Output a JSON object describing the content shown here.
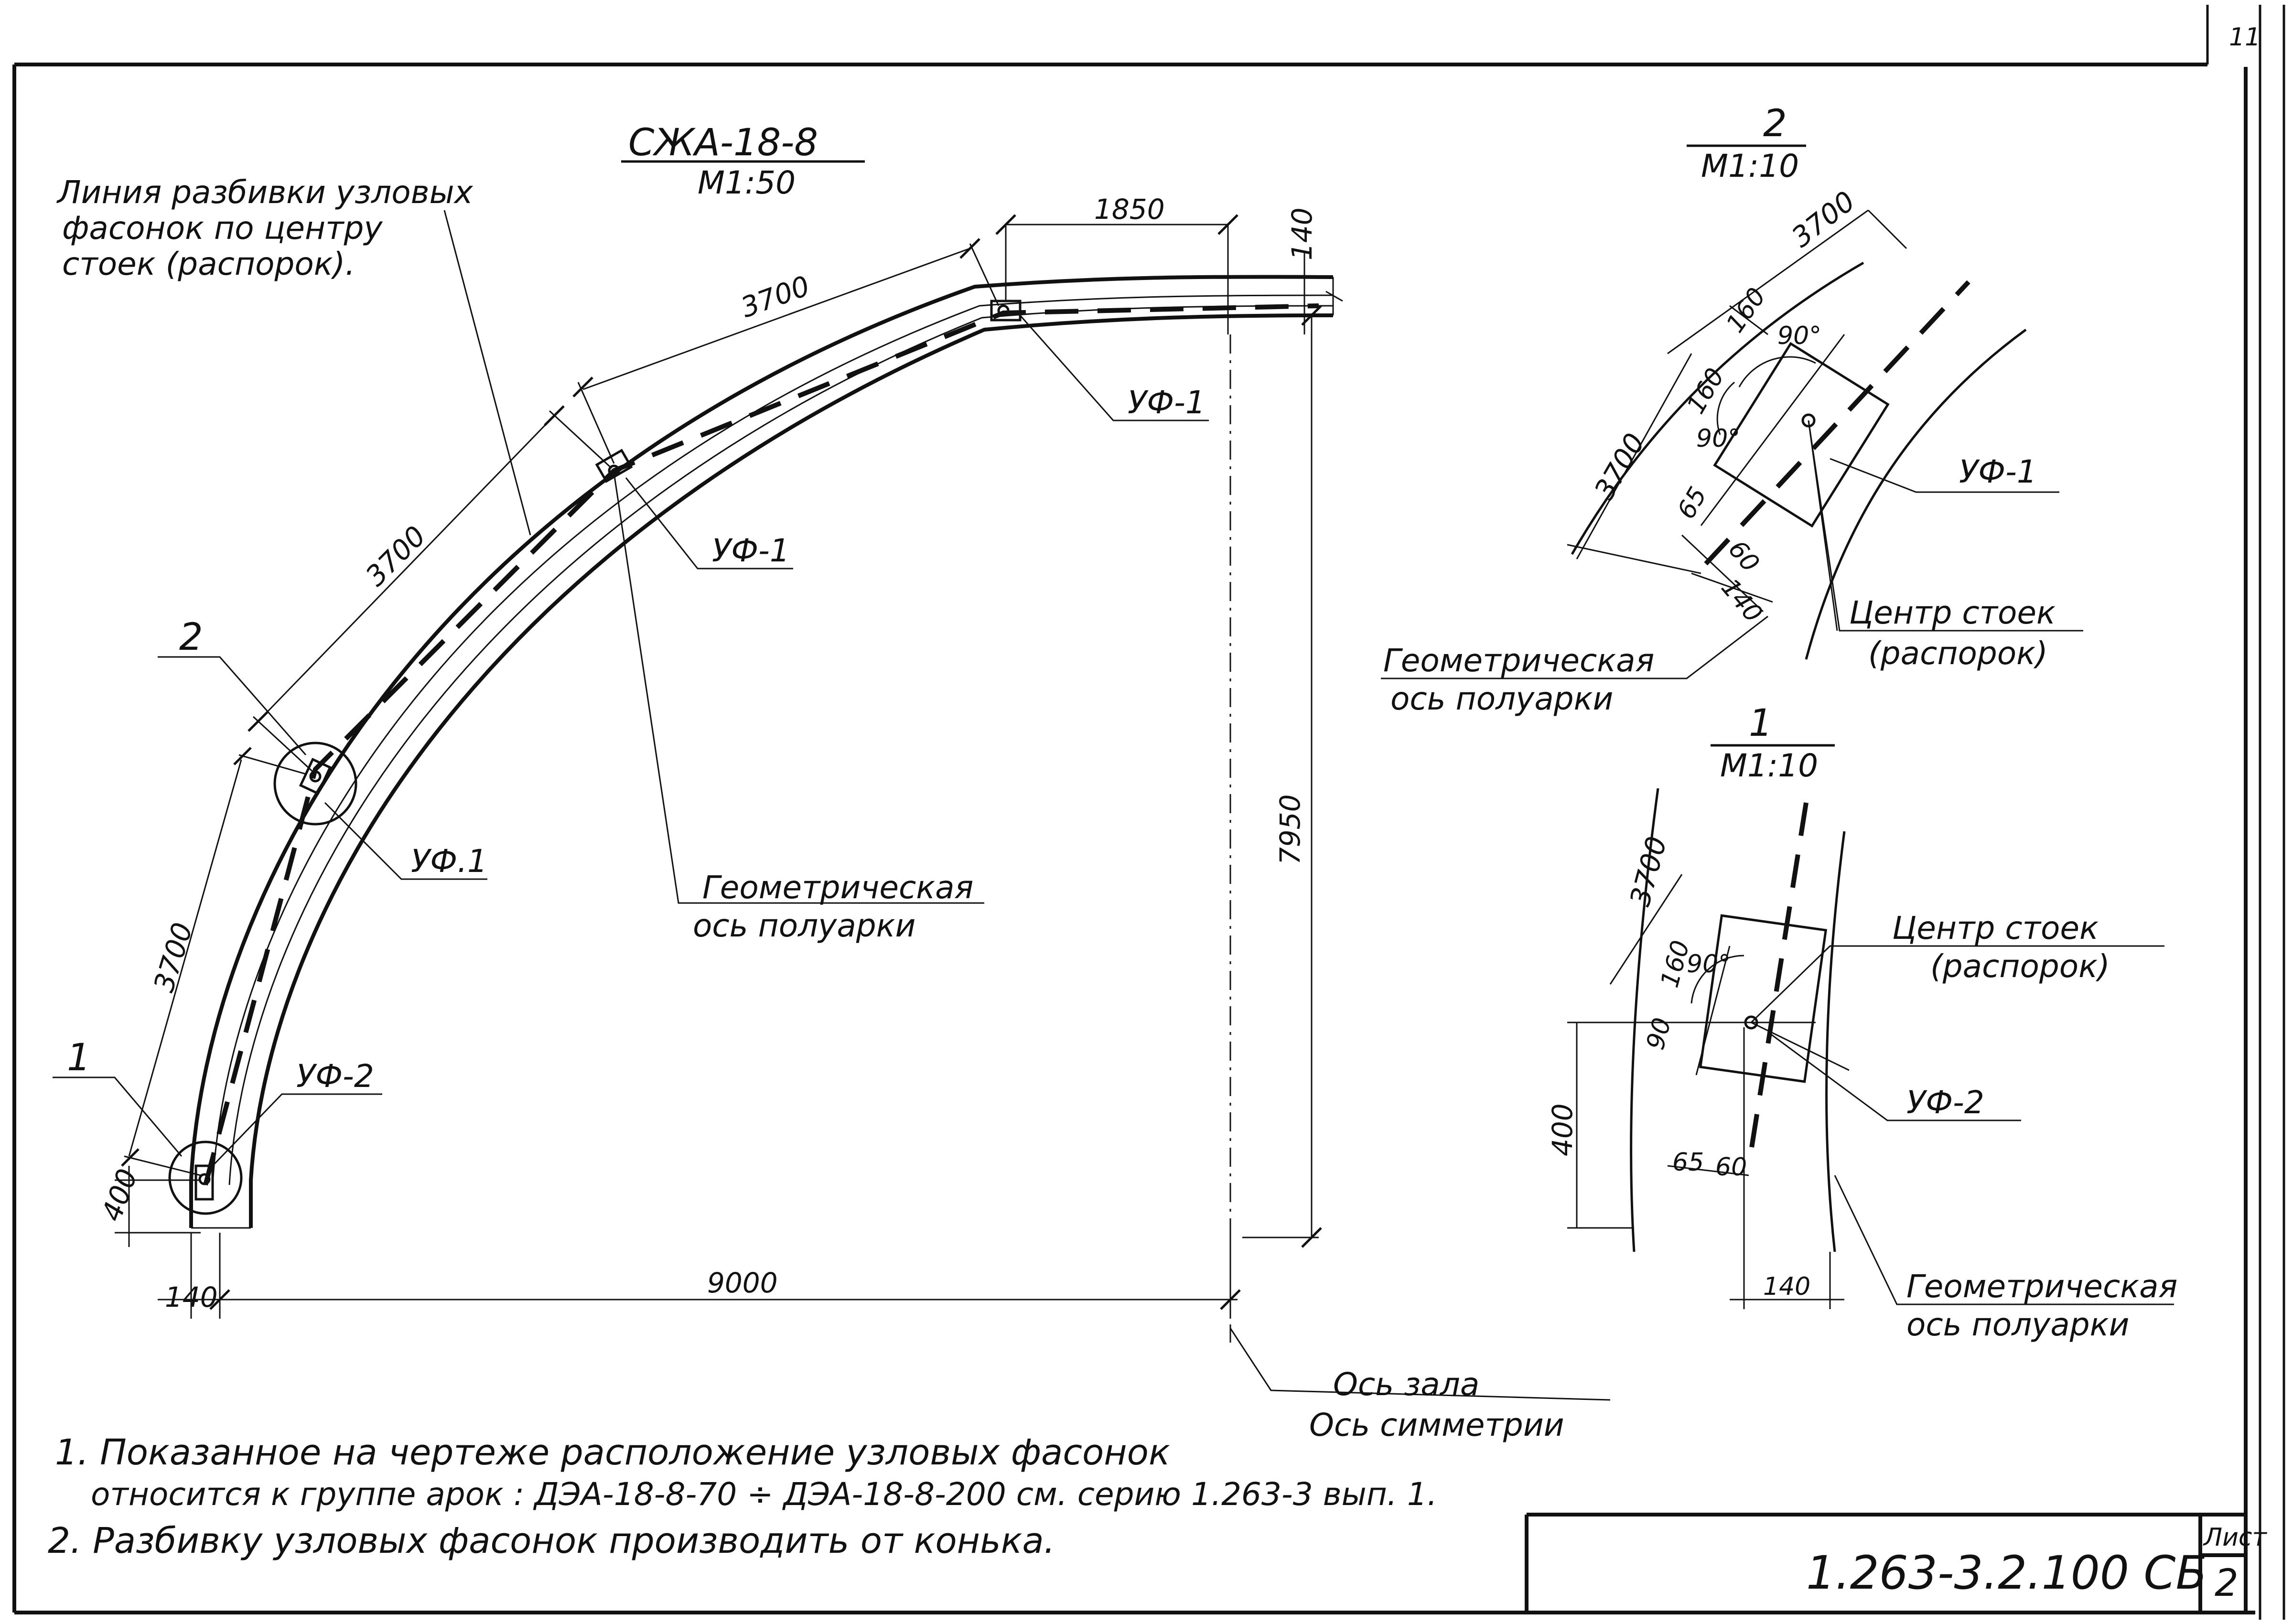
{
  "main_view": {
    "title": "СЖА-18-8",
    "scale": "М1:50",
    "line_label": [
      "Линия разбивки узловых",
      "фасонок по центру",
      "стоек (распорок)."
    ],
    "dims": {
      "seg_top": "1850",
      "seg_3700_a": "3700",
      "seg_3700_b": "3700",
      "seg_3700_c": "3700",
      "right_140": "140",
      "height": "7950",
      "span": "9000",
      "left_140": "140",
      "bottom_400": "400"
    },
    "node_labels": {
      "uf1_top": "УФ-1",
      "uf1_mid": "УФ-1",
      "uf1_low": "УФ.1",
      "uf2": "УФ-2",
      "call_1": "1",
      "call_2": "2"
    },
    "geo_axis": [
      "Геометрическая",
      "ось полуарки"
    ],
    "hall_axis": [
      "Ось зала",
      "Ось симметрии"
    ]
  },
  "detail2": {
    "num": "2",
    "scale": "М1:10",
    "dims": [
      "3700",
      "3700",
      "160",
      "160",
      "90°",
      "90°",
      "65",
      "60",
      "140"
    ],
    "uf": "УФ-1",
    "center": [
      "Центр стоек",
      "(распорок)"
    ],
    "geo_axis": [
      "Геометрическая",
      "ось полуарки"
    ]
  },
  "detail1": {
    "num": "1",
    "scale": "М1:10",
    "dims": [
      "3700",
      "160",
      "90°",
      "90",
      "400",
      "65",
      "60",
      "140"
    ],
    "center": [
      "Центр стоек",
      "(распорок)"
    ],
    "uf": "УФ-2",
    "geo_axis": [
      "Геометрическая",
      "ось полуарки"
    ]
  },
  "notes": {
    "n1_a": "1. Показанное на чертеже расположение узловых фасонок",
    "n1_b": "относится к группе арок : ДЭА-18-8-70 ÷ ДЭА-18-8-200 см. серию 1.263-3 вып. 1.",
    "n2": "2. Разбивку узловых фасонок производить от конька."
  },
  "title_block": {
    "code": "1.263-3.2.100 СБ",
    "sheet_label": "Лист",
    "sheet_no": "2",
    "corner_mark": "11"
  }
}
